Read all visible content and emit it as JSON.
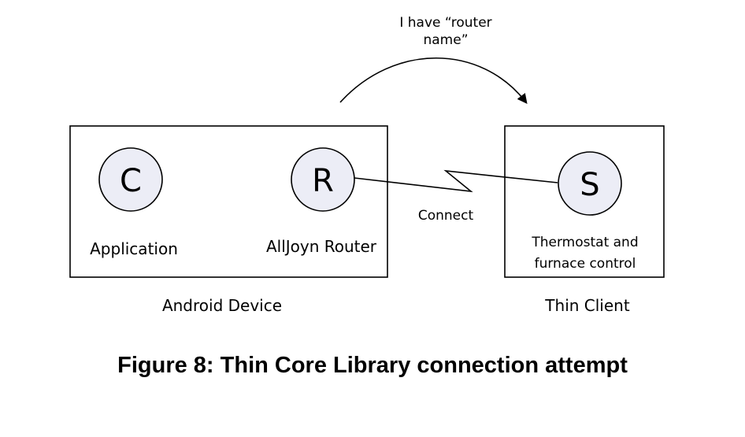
{
  "diagram": {
    "nodes": {
      "c": {
        "letter": "C",
        "label": "Application"
      },
      "r": {
        "letter": "R",
        "label": "AllJoyn Router"
      },
      "s": {
        "letter": "S",
        "label_line1": "Thermostat and",
        "label_line2": "furnace control"
      }
    },
    "groups": {
      "android": {
        "label": "Android Device"
      },
      "thin": {
        "label": "Thin Client"
      }
    },
    "edges": {
      "advertise": {
        "label_line1": "I have “router",
        "label_line2": "name”"
      },
      "connect": {
        "label": "Connect"
      }
    }
  },
  "caption": "Figure 8: Thin Core Library connection attempt"
}
